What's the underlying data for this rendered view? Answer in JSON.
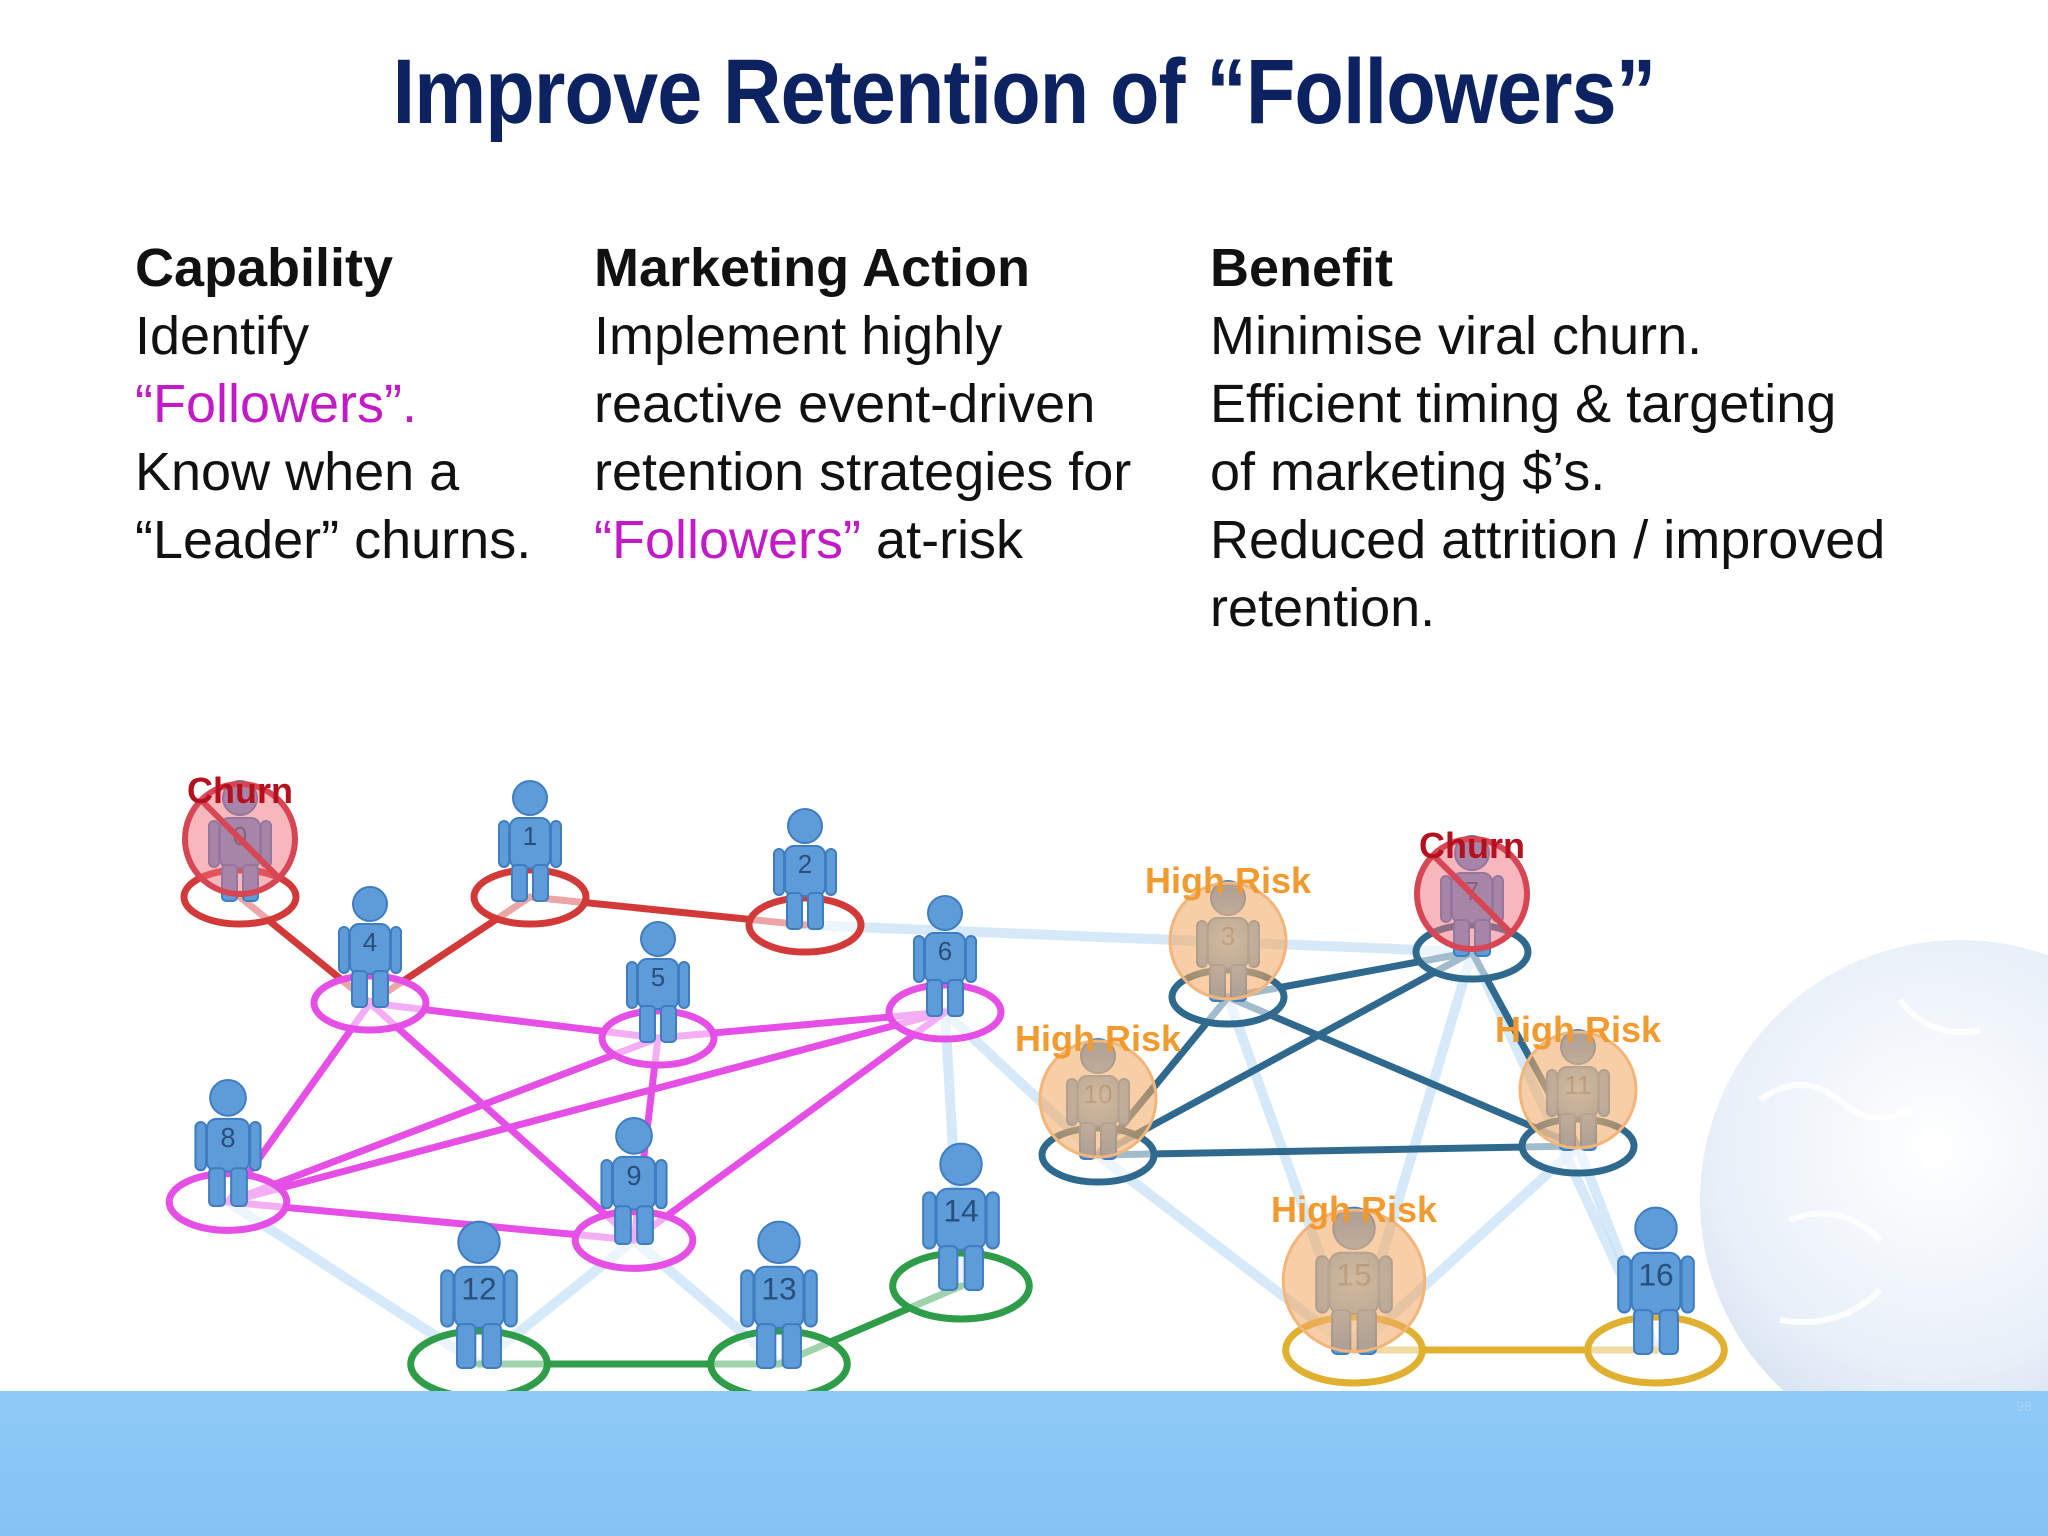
{
  "slide": {
    "title": "Improve Retention of “Followers”",
    "page_number": "98"
  },
  "columns": [
    {
      "heading": "Capability",
      "lines": [
        {
          "text": "Identify",
          "color": "#111111"
        },
        {
          "text": "“Followers”.",
          "color": "#c21ac6"
        },
        {
          "text": "Know when a",
          "color": "#111111"
        },
        {
          "text": "“Leader” churns.",
          "color": "#111111"
        }
      ]
    },
    {
      "heading": "Marketing Action",
      "lines": [
        {
          "text": "Implement highly",
          "color": "#111111"
        },
        {
          "text": "reactive event-driven",
          "color": "#111111"
        },
        {
          "text": "retention strategies for",
          "color": "#111111"
        },
        {
          "text": "at-risk",
          "color": "#111111",
          "highlight": "“Followers”",
          "highlight_color": "#c21ac6"
        }
      ]
    },
    {
      "heading": "Benefit",
      "lines": [
        {
          "text": "Minimise viral churn.",
          "color": "#111111"
        },
        {
          "text": "Efficient timing & targeting",
          "color": "#111111"
        },
        {
          "text": "of marketing $’s.",
          "color": "#111111"
        },
        {
          "text": "Reduced attrition / improved",
          "color": "#111111"
        },
        {
          "text": "retention.",
          "color": "#111111"
        }
      ]
    }
  ],
  "network": {
    "group_colors": {
      "red": "#d23a3a",
      "magenta": "#e64fe6",
      "green": "#2e9c48",
      "navy": "#2f6a8e",
      "gold": "#e0b030",
      "figure": "#5e9bd9",
      "faint": "#c4e0f6"
    },
    "label_colors": {
      "churn": "#b5101e",
      "high_risk": "#f09a30"
    },
    "nodes": [
      {
        "id": "0",
        "group": "red",
        "status": "churn",
        "label": "Churn"
      },
      {
        "id": "1",
        "group": "red"
      },
      {
        "id": "2",
        "group": "red"
      },
      {
        "id": "3",
        "group": "navy",
        "status": "high_risk",
        "label": "High Risk"
      },
      {
        "id": "4",
        "group": "magenta"
      },
      {
        "id": "5",
        "group": "magenta"
      },
      {
        "id": "6",
        "group": "magenta"
      },
      {
        "id": "7",
        "group": "navy",
        "status": "churn",
        "label": "Churn"
      },
      {
        "id": "8",
        "group": "magenta"
      },
      {
        "id": "9",
        "group": "magenta"
      },
      {
        "id": "10",
        "group": "navy",
        "status": "high_risk",
        "label": "High Risk"
      },
      {
        "id": "11",
        "group": "navy",
        "status": "high_risk",
        "label": "High Risk"
      },
      {
        "id": "12",
        "group": "green"
      },
      {
        "id": "13",
        "group": "green"
      },
      {
        "id": "14",
        "group": "green"
      },
      {
        "id": "15",
        "group": "gold",
        "status": "high_risk",
        "label": "High Risk"
      },
      {
        "id": "16",
        "group": "gold"
      }
    ],
    "edges": [
      {
        "from": "0",
        "to": "4",
        "group": "red"
      },
      {
        "from": "4",
        "to": "1",
        "group": "red"
      },
      {
        "from": "1",
        "to": "2",
        "group": "red"
      },
      {
        "from": "4",
        "to": "5",
        "group": "magenta"
      },
      {
        "from": "4",
        "to": "8",
        "group": "magenta"
      },
      {
        "from": "4",
        "to": "9",
        "group": "magenta"
      },
      {
        "from": "5",
        "to": "6",
        "group": "magenta"
      },
      {
        "from": "5",
        "to": "8",
        "group": "magenta"
      },
      {
        "from": "5",
        "to": "9",
        "group": "magenta"
      },
      {
        "from": "6",
        "to": "8",
        "group": "magenta"
      },
      {
        "from": "6",
        "to": "9",
        "group": "magenta"
      },
      {
        "from": "8",
        "to": "9",
        "group": "magenta"
      },
      {
        "from": "12",
        "to": "13",
        "group": "green"
      },
      {
        "from": "13",
        "to": "14",
        "group": "green"
      },
      {
        "from": "3",
        "to": "7",
        "group": "navy"
      },
      {
        "from": "3",
        "to": "10",
        "group": "navy"
      },
      {
        "from": "3",
        "to": "11",
        "group": "navy"
      },
      {
        "from": "7",
        "to": "10",
        "group": "navy"
      },
      {
        "from": "7",
        "to": "11",
        "group": "navy"
      },
      {
        "from": "10",
        "to": "11",
        "group": "navy"
      },
      {
        "from": "15",
        "to": "16",
        "group": "gold"
      },
      {
        "from": "8",
        "to": "12",
        "group": "faint"
      },
      {
        "from": "9",
        "to": "12",
        "group": "faint"
      },
      {
        "from": "9",
        "to": "13",
        "group": "faint"
      },
      {
        "from": "6",
        "to": "14",
        "group": "faint"
      },
      {
        "from": "2",
        "to": "7",
        "group": "faint"
      },
      {
        "from": "6",
        "to": "10",
        "group": "faint"
      },
      {
        "from": "10",
        "to": "15",
        "group": "faint"
      },
      {
        "from": "3",
        "to": "15",
        "group": "faint"
      },
      {
        "from": "7",
        "to": "15",
        "group": "faint"
      },
      {
        "from": "11",
        "to": "16",
        "group": "faint"
      },
      {
        "from": "11",
        "to": "15",
        "group": "faint"
      },
      {
        "from": "7",
        "to": "16",
        "group": "faint"
      }
    ]
  }
}
